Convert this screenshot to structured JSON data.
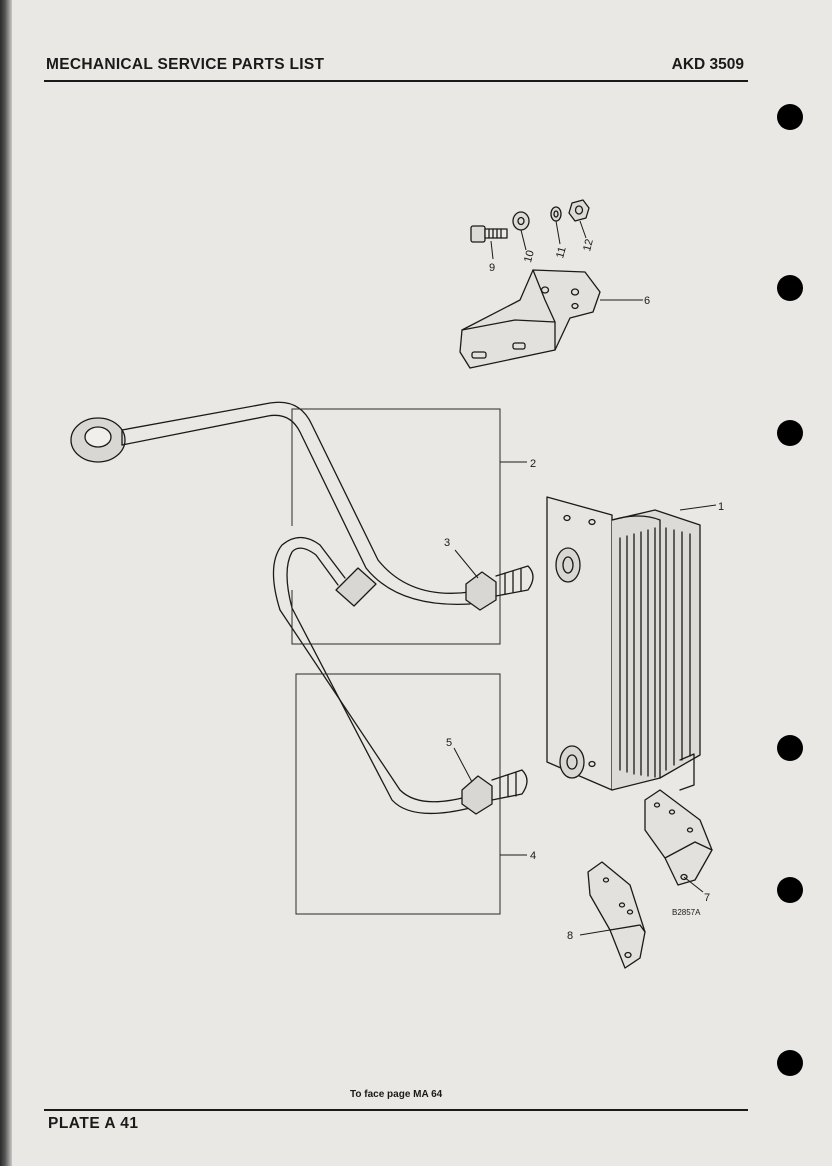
{
  "header": {
    "title": "MECHANICAL SERVICE PARTS LIST",
    "reference": "AKD 3509"
  },
  "callouts": {
    "c1": "1",
    "c2": "2",
    "c3": "3",
    "c4": "4",
    "c5": "5",
    "c6": "6",
    "c7": "7",
    "c8": "8",
    "c9": "9",
    "c10": "10",
    "c11": "11",
    "c12": "12"
  },
  "figure_ref": "B2857A",
  "footer": {
    "note": "To face page MA 64",
    "plate": "PLATE A 41"
  }
}
